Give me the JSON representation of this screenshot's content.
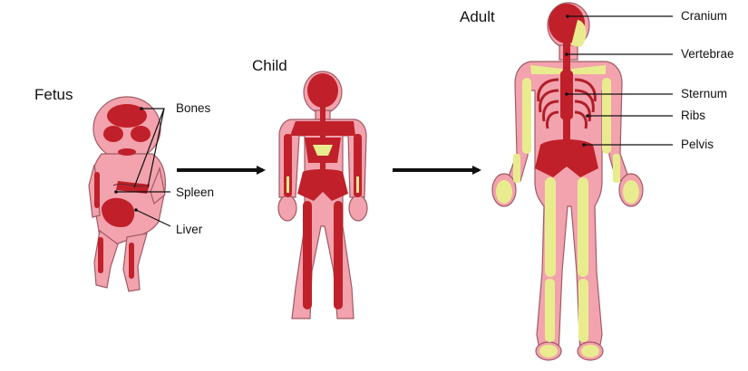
{
  "stages": {
    "fetus": "Fetus",
    "child": "Child",
    "adult": "Adult"
  },
  "fetus_labels": {
    "bones": "Bones",
    "spleen": "Spleen",
    "liver": "Liver"
  },
  "adult_labels": {
    "cranium": "Cranium",
    "vertebrae": "Vertebrae",
    "sternum": "Sternum",
    "ribs": "Ribs",
    "pelvis": "Pelvis"
  },
  "colors": {
    "skin": "#f2a3ad",
    "red_marrow": "#c0202a",
    "yellow_marrow": "#e9ec8e",
    "arrow": "#111111"
  }
}
